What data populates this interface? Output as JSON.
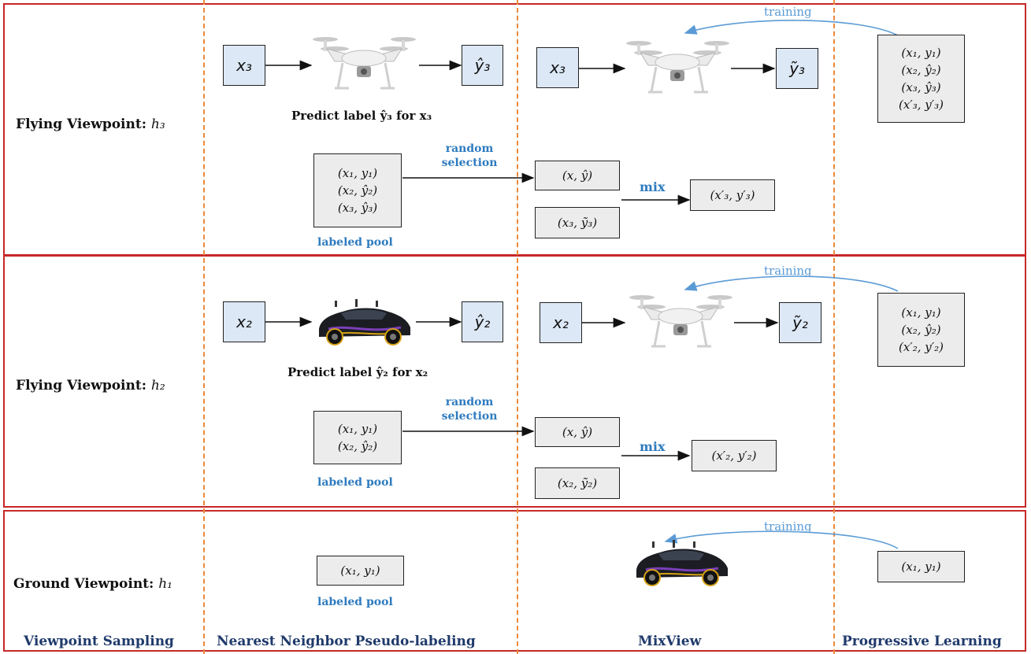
{
  "rows": [
    {
      "title_prefix": "Flying Viewpoint: ",
      "title_var": "h₃",
      "input": "x₃",
      "pred": "ŷ₃",
      "refined": "ỹ₃",
      "predict_caption": "Predict label ŷ₃ for x₃",
      "pool": [
        "(x₁, y₁)",
        "(x₂, ŷ₂)",
        "(x₃, ŷ₃)"
      ],
      "pool_label": "labeled pool",
      "random_label": [
        "random",
        "selection"
      ],
      "sample_a": "(x, ŷ)",
      "sample_b": "(x₃, ỹ₃)",
      "mix_label": "mix",
      "mixed": "(x′₃, y′₃)",
      "training_label": "training",
      "train_set": [
        "(x₁, y₁)",
        "(x₂, ŷ₂)",
        "(x₃, ŷ₃)",
        "(x′₃, y′₃)"
      ],
      "predictor": "drone-icon"
    },
    {
      "title_prefix": "Flying Viewpoint: ",
      "title_var": "h₂",
      "input": "x₂",
      "pred": "ŷ₂",
      "refined": "ỹ₂",
      "predict_caption": "Predict label ŷ₂ for x₂",
      "pool": [
        "(x₁, y₁)",
        "(x₂, ŷ₂)"
      ],
      "pool_label": "labeled pool",
      "random_label": [
        "random",
        "selection"
      ],
      "sample_a": "(x, ŷ)",
      "sample_b": "(x₂, ỹ₂)",
      "mix_label": "mix",
      "mixed": "(x′₂, y′₂)",
      "training_label": "training",
      "train_set": [
        "(x₁, y₁)",
        "(x₂, ŷ₂)",
        "(x′₂, y′₂)"
      ],
      "predictor": "car-icon"
    },
    {
      "title_prefix": "Ground Viewpoint: ",
      "title_var": "h₁",
      "pool": [
        "(x₁, y₁)"
      ],
      "pool_label": "labeled pool",
      "training_label": "training",
      "train_set": [
        "(x₁, y₁)"
      ]
    }
  ],
  "footer": {
    "col1": "Viewpoint Sampling",
    "col2": "Nearest Neighbor Pseudo-labeling",
    "col3": "MixView",
    "col4": "Progressive Learning"
  },
  "colors": {
    "panel_border": "#c62828",
    "divider": "#ec8a3a",
    "input_fill": "#dce8f5",
    "pool_fill": "#ececec",
    "accent_blue": "#2e7bbf",
    "footer_text": "#1f3a6b"
  }
}
